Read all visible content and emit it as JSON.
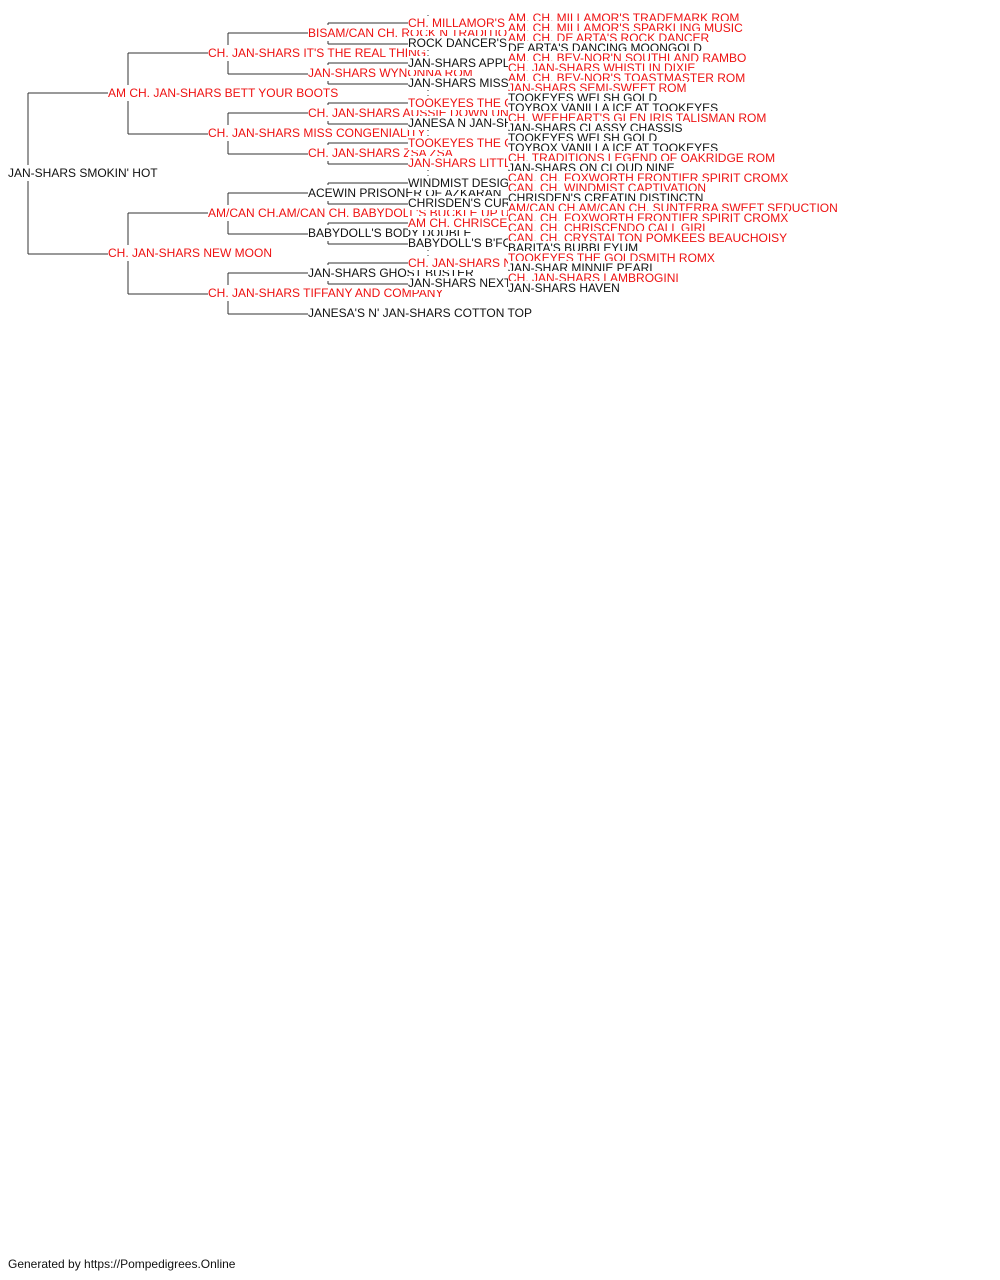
{
  "colors": {
    "champion": "#ee1111",
    "regular": "#111111",
    "connector": "#333333"
  },
  "pedigree": {
    "name": "JAN-SHARS SMOKIN' HOT",
    "ch": false,
    "sire": {
      "name": "AM CH. JAN-SHARS BETT YOUR BOOTS",
      "ch": true,
      "sire": {
        "name": "CH. JAN-SHARS IT'S THE REAL THING",
        "ch": true,
        "sire": {
          "name": "BISAM/CAN CH. ROCK N TRADITION OF OAKRIDGE ROMS",
          "ch": true,
          "sire": {
            "name": "CH. MILLAMOR'S MARK TRADITION ROMX",
            "ch": true,
            "sire": {
              "name": "AM. CH. MILLAMOR'S TRADEMARK ROM",
              "ch": true
            },
            "dam": {
              "name": "AM. CH. MILLAMOR'S SPARKLING MUSIC",
              "ch": true
            }
          },
          "dam": {
            "name": "ROCK DANCER'S LITTLE ROCK",
            "ch": false,
            "sire": {
              "name": "AM. CH. DE ARTA'S ROCK DANCER",
              "ch": true
            },
            "dam": {
              "name": "DE ARTA'S DANCING MOONGOLD",
              "ch": false
            }
          }
        },
        "dam": {
          "name": "JAN-SHARS WYNONNA ROM",
          "ch": true,
          "sire": {
            "name": "JAN-SHARS APPLE JACK JR",
            "ch": false,
            "sire": {
              "name": "AM. CH. BEV-NOR'N SOUTHLAND RAMBO",
              "ch": true
            },
            "dam": {
              "name": "CH. JAN-SHARS WHISTLIN DIXIE",
              "ch": true
            }
          },
          "dam": {
            "name": "JAN-SHARS MISS MOON GLOW",
            "ch": false,
            "sire": {
              "name": "AM. CH. BEV-NOR'S TOASTMASTER ROM",
              "ch": true
            },
            "dam": {
              "name": "JAN-SHARS SEMI-SWEET ROM",
              "ch": true
            }
          }
        }
      },
      "dam": {
        "name": "CH. JAN-SHARS MISS CONGENIALITY",
        "ch": true,
        "sire": {
          "name": "CH. JAN-SHARS AUSSIE DOWN UNDER",
          "ch": true,
          "sire": {
            "name": "TOOKEYES THE GOLDSMITH ROMX",
            "ch": true,
            "sire": {
              "name": "TOOKEYES WELSH GOLD",
              "ch": false
            },
            "dam": {
              "name": "TOYBOX VANILLA ICE AT TOOKEYES",
              "ch": false
            }
          },
          "dam": {
            "name": "JANESA N JAN-SHAR'S ASIA",
            "ch": false,
            "sire": {
              "name": "CH. WEEHEART'S GLEN IRIS TALISMAN ROM",
              "ch": true
            },
            "dam": {
              "name": "JAN-SHARS CLASSY CHASSIS",
              "ch": false
            }
          }
        },
        "dam": {
          "name": "CH. JAN-SHARS ZSA ZSA",
          "ch": true,
          "sire": {
            "name": "TOOKEYES THE GOLDSMITH ROMX",
            "ch": true,
            "sire": {
              "name": "TOOKEYES WELSH GOLD",
              "ch": false
            },
            "dam": {
              "name": "TOYBOX VANILLA ICE AT TOOKEYES",
              "ch": false
            }
          },
          "dam": {
            "name": "JAN-SHARS LITTLE LIZA JANE ROM",
            "ch": true,
            "sire": {
              "name": "CH. TRADITIONS LEGEND OF OAKRIDGE ROM",
              "ch": true
            },
            "dam": {
              "name": "JAN-SHARS ON CLOUD NINE",
              "ch": false
            }
          }
        }
      }
    },
    "dam": {
      "name": "CH. JAN-SHARS NEW MOON",
      "ch": true,
      "sire": {
        "name": "AM/CAN CH.AM/CAN CH. BABYDOLL'S BUCKLE UP UR GENES ROM",
        "ch": true,
        "sire": {
          "name": "ACEWIN PRISONER OF AZKARAN",
          "ch": false,
          "sire": {
            "name": "WINDMIST DESIGNER TOUCH",
            "ch": false,
            "sire": {
              "name": "CAN. CH. FOXWORTH FRONTIER SPIRIT CROMX",
              "ch": true
            },
            "dam": {
              "name": "CAN. CH. WINDMIST CAPTIVATION",
              "ch": true
            }
          },
          "dam": {
            "name": "CHRISDEN'S CURRENT AFFAIR",
            "ch": false,
            "sire": {
              "name": "CHRISDEN'S CREATIN DISTINCTN",
              "ch": false
            },
            "dam": {
              "name": "AM/CAN CH.AM/CAN CH. SUNTERRA SWEET SEDUCTION",
              "ch": true
            }
          }
        },
        "dam": {
          "name": "BABYDOLL'S BODY DOUBLE",
          "ch": false,
          "sire": {
            "name": "AM CH. CHRISCENDO CALL TO ARMS ROMS",
            "ch": true,
            "sire": {
              "name": "CAN. CH. FOXWORTH FRONTIER SPIRIT CROMX",
              "ch": true
            },
            "dam": {
              "name": "CAN. CH. CHRISCENDO CALL GIRL",
              "ch": true
            }
          },
          "dam": {
            "name": "BABYDOLL'S B'FORE PLAY",
            "ch": false,
            "sire": {
              "name": "CAN. CH. CRYSTALTON POMKEES BEAUCHOISY",
              "ch": true
            },
            "dam": {
              "name": "BARITA'S BUBBLEYUM",
              "ch": false
            }
          }
        }
      },
      "dam": {
        "name": "CH. JAN-SHARS TIFFANY AND COMPANY",
        "ch": true,
        "sire": {
          "name": "JAN-SHARS GHOST BUSTER",
          "ch": false,
          "sire": {
            "name": "CH. JAN-SHARS N SYNC",
            "ch": true,
            "sire": {
              "name": "TOOKEYES THE GOLDSMITH ROMX",
              "ch": true
            },
            "dam": {
              "name": "JAN-SHAR MINNIE PEARL",
              "ch": false
            }
          },
          "dam": {
            "name": "JAN-SHARS NEXT BEST THING",
            "ch": false,
            "sire": {
              "name": "CH. JAN-SHARS LAMBROGINI",
              "ch": true
            },
            "dam": {
              "name": "JAN-SHARS HAVEN",
              "ch": false
            }
          }
        },
        "dam": {
          "name": "JANESA'S N' JAN-SHARS COTTON TOP",
          "ch": false
        }
      }
    }
  },
  "footer": {
    "text": "Generated by https://Pompedigrees.Online"
  }
}
